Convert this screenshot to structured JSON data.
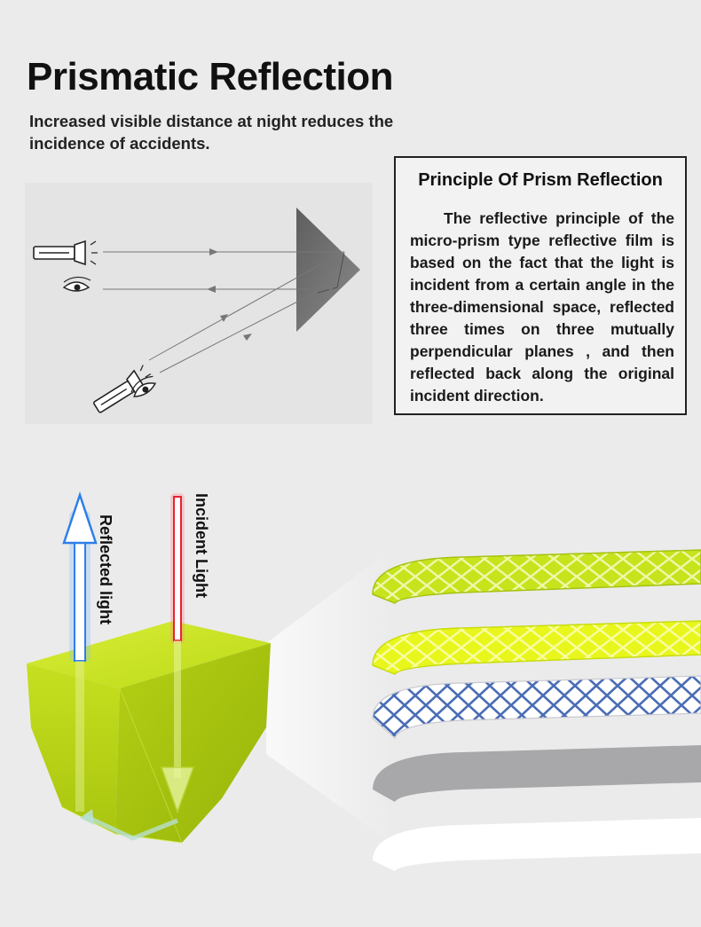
{
  "header": {
    "title": "Prismatic Reflection",
    "subtitle": "Increased visible distance at night reduces the incidence of accidents."
  },
  "principle": {
    "title": "Principle Of Prism Reflection",
    "body": "The reflective principle of the micro-prism type reflective film is based on the fact that the  light is incident from a certain angle in the three-dimensional space, reflected three times on three mutually perpendicular planes , and then reflected back along  the  original incident direction."
  },
  "prism_diagram": {
    "labels": {
      "reflected": "Reflected light",
      "incident": "Incident Light"
    },
    "colors": {
      "reflected_arrow": "#2f7fe8",
      "incident_arrow": "#e8232f",
      "prism": "#c9e21a"
    }
  },
  "samples": {
    "items": [
      {
        "name": "lime-prismatic-strip",
        "color": "#c6e31c"
      },
      {
        "name": "yellow-prismatic-strip",
        "color": "#e6f51a"
      },
      {
        "name": "blue-white-prismatic-strip",
        "color": "#4a6db5"
      },
      {
        "name": "grey-reflective-strip",
        "color": "#a8a8ab"
      },
      {
        "name": "white-reflective-strip",
        "color": "#ffffff"
      }
    ]
  }
}
